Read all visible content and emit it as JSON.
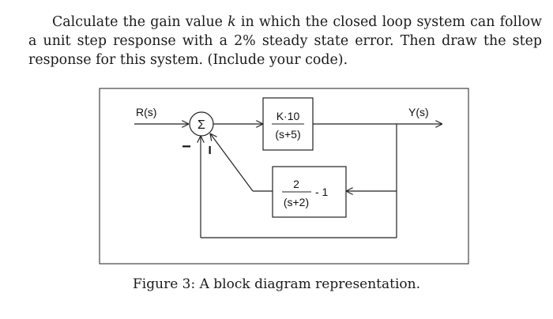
{
  "problem": {
    "part1": "Calculate the gain value ",
    "var_k": "k",
    "part2": " in which the closed loop system can follow a unit step response with a 2% steady state error. Then draw the step response for this system. (Include your code)."
  },
  "diagram": {
    "input_label": "R(s)",
    "output_label": "Y(s)",
    "summing_symbol": "Σ",
    "sign_left": "−",
    "sign_bottom": "−",
    "forward_block": {
      "numerator": "K·10",
      "denominator": "(s+5)"
    },
    "feedback_block": {
      "numerator": "2",
      "denominator": "(s+2)",
      "suffix": "- 1"
    }
  },
  "caption": "Figure 3: A block diagram representation."
}
